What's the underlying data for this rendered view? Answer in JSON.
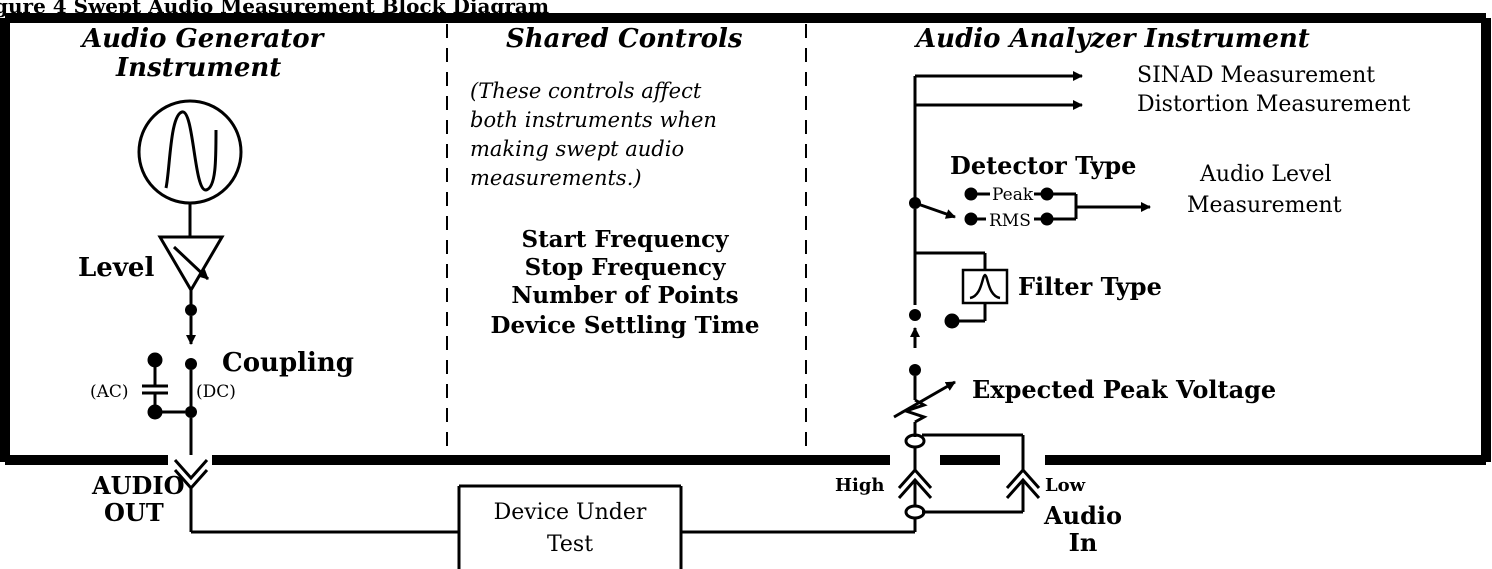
{
  "figure": {
    "caption_fragment": "gure 4   Swept Audio Measurement Block Diagram",
    "colors": {
      "ink": "#000000",
      "background": "#ffffff"
    }
  },
  "generator": {
    "title_line1": "Audio Generator",
    "title_line2": "Instrument",
    "level_label": "Level",
    "coupling_label": "Coupling",
    "ac_label": "(AC)",
    "dc_label": "(DC)",
    "output_line1": "AUDIO",
    "output_line2": "OUT",
    "icons": [
      "sine-oscillator-icon",
      "variable-amplifier-icon",
      "capacitor-icon",
      "connector-icon"
    ]
  },
  "shared": {
    "title": "Shared Controls",
    "note_lines": [
      "(These controls affect",
      "both instruments when",
      "making swept audio",
      "measurements.)"
    ],
    "controls": [
      "Start Frequency",
      "Stop Frequency",
      "Number of Points",
      "Device Settling Time"
    ]
  },
  "analyzer": {
    "title": "Audio Analyzer Instrument",
    "sinad": "SINAD Measurement",
    "distortion": "Distortion Measurement",
    "detector_title": "Detector Type",
    "peak": "Peak",
    "rms": "RMS",
    "level_line1": "Audio Level",
    "level_line2": "Measurement",
    "filter_label": "Filter Type",
    "expected_peak": "Expected Peak Voltage",
    "high": "High",
    "low": "Low",
    "input_line1": "Audio",
    "input_line2": "In",
    "icons": [
      "filter-icon",
      "variable-attenuator-icon",
      "connector-icon"
    ]
  },
  "dut": {
    "line1": "Device Under",
    "line2": "Test"
  }
}
